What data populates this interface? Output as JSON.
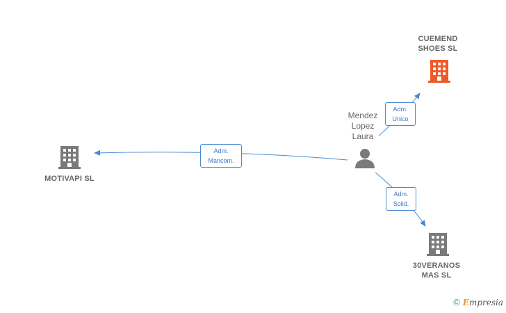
{
  "colors": {
    "edge": "#4a8ad4",
    "building_gray": "#7a7a7a",
    "building_highlight": "#f05a28",
    "person": "#7a7a7a"
  },
  "nodes": {
    "cuemend": {
      "label": "CUEMEND\nSHOES  SL",
      "icon": "building-icon",
      "highlight": true
    },
    "motivapi": {
      "label": "MOTIVAPI  SL",
      "icon": "building-icon"
    },
    "treinta": {
      "label": "30VERANOS\nMAS  SL",
      "icon": "building-icon"
    },
    "person": {
      "label": "Mendez\nLopez\nLaura",
      "icon": "person-icon"
    }
  },
  "edges": {
    "to_cuemend": {
      "label": "Adm.\nUnico"
    },
    "to_motivapi": {
      "label": "Adm.\nMancom."
    },
    "to_treinta": {
      "label": "Adm.\nSolid."
    }
  },
  "watermark": {
    "copyright": "©",
    "brand_first": "E",
    "brand_rest": "mpresia"
  }
}
